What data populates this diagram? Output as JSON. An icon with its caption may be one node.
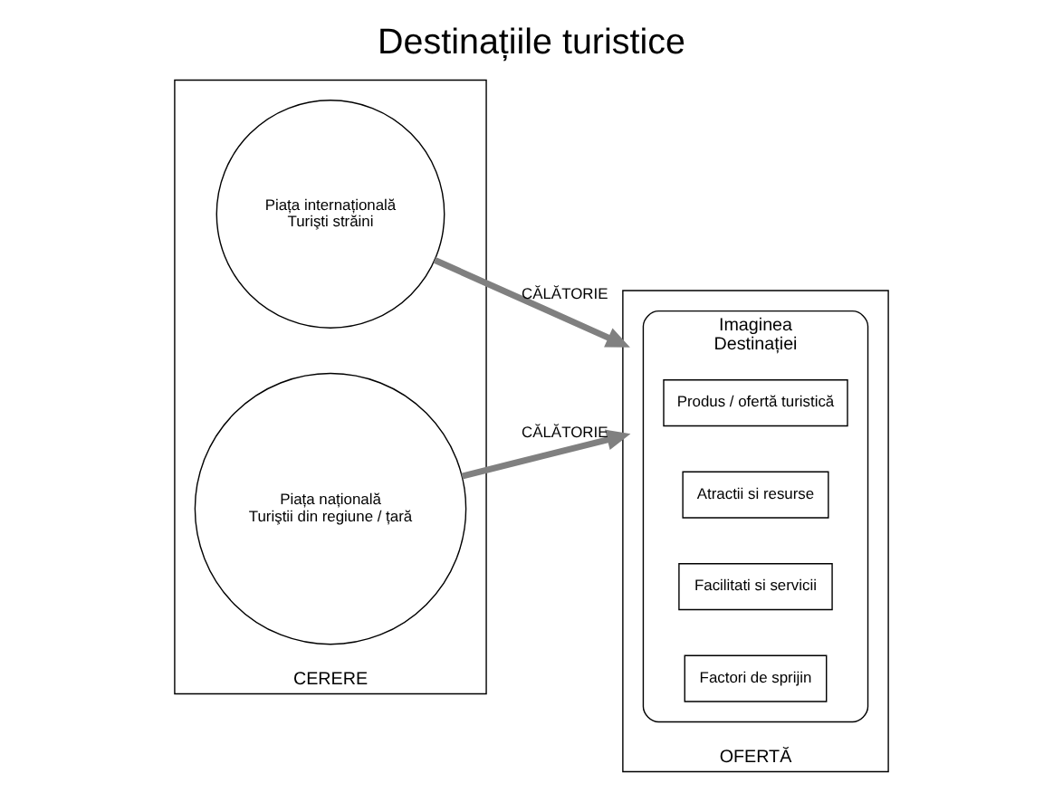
{
  "diagram": {
    "title": "Destinațiile turistice",
    "nodes": [
      {
        "text": [
          "CERERE"
        ]
      },
      {
        "text": [
          "Piața internațională",
          "Turişti străini"
        ],
        "in": 0
      },
      {
        "text": [
          "Piața națională",
          "Turiştii din regiune / țară"
        ],
        "in": 0
      },
      {
        "text": [
          "OFERTĂ"
        ]
      },
      {
        "text": [
          "Imaginea",
          "Destinației"
        ],
        "in": 3
      },
      {
        "text": [
          "Produs / ofertă turistică"
        ],
        "in": 4
      },
      {
        "text": [
          "Atractii si resurse"
        ],
        "in": 4
      },
      {
        "text": [
          "Facilitati si servicii"
        ],
        "in": 4
      },
      {
        "text": [
          "Factori de sprijin"
        ],
        "in": 4
      }
    ],
    "edges": [
      {
        "from": 1,
        "to": 3,
        "arrow": "to",
        "label": "CĂLĂTORIE"
      },
      {
        "from": 2,
        "to": 3,
        "arrow": "to",
        "label": "CĂLĂTORIE"
      }
    ]
  }
}
